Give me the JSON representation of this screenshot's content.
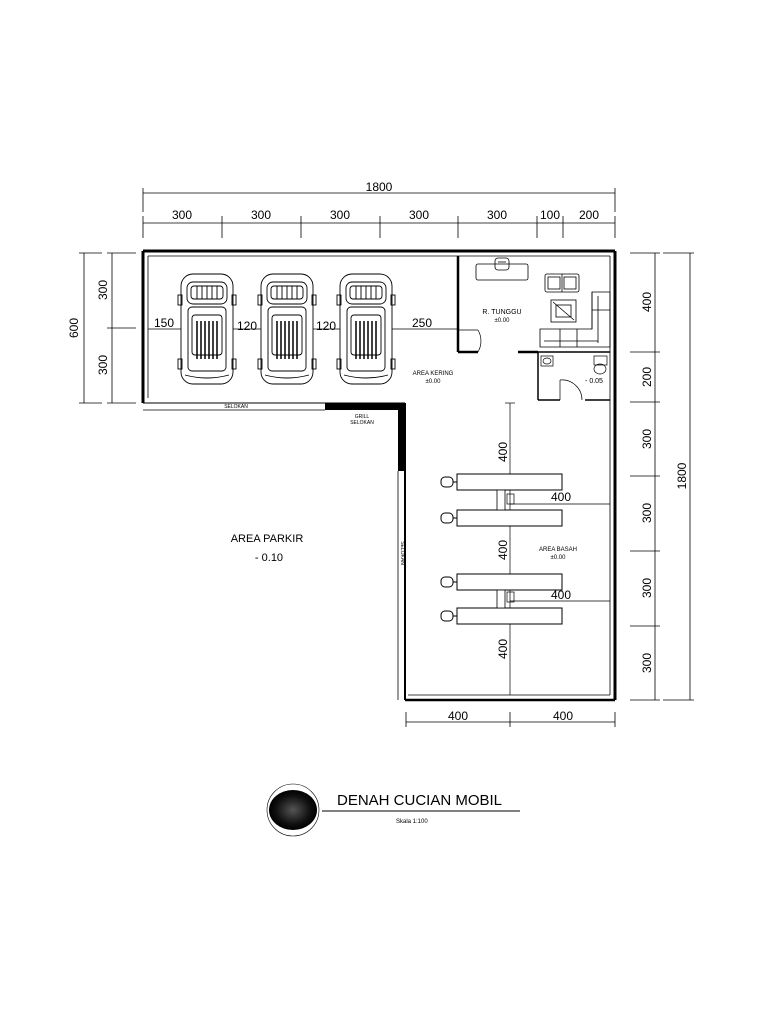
{
  "plan": {
    "title": "DENAH CUCIAN MOBIL",
    "scale": "Skala 1:100"
  },
  "dimensions": {
    "top_total": "1800",
    "top_segments": [
      "300",
      "300",
      "300",
      "300",
      "300",
      "100",
      "200"
    ],
    "left_total": "600",
    "left_segments": [
      "300",
      "300"
    ],
    "right_total": "1800",
    "right_segments": [
      "400",
      "200",
      "300",
      "300",
      "300",
      "300"
    ],
    "bottom_segments": [
      "400",
      "400"
    ],
    "parking_gaps": [
      "150",
      "120",
      "120",
      "250"
    ],
    "wash_vertical": [
      "400",
      "400",
      "400"
    ],
    "wash_horizontal": [
      "400",
      "400"
    ]
  },
  "rooms": {
    "waiting_name": "R. TUNGGU",
    "waiting_level": "±0.00",
    "dry_name": "AREA KERING",
    "dry_level": "±0.00",
    "wash_name": "AREA BASAH",
    "wash_level": "±0.00",
    "parking_name": "AREA PARKIR",
    "parking_level": "- 0.10",
    "toilet_level": "- 0.05"
  },
  "annotations": {
    "selokan_top": "SELOKAN",
    "grill_1": "GRILL",
    "grill_2": "SELOKAN",
    "selokan_side": "SELOKAN"
  }
}
